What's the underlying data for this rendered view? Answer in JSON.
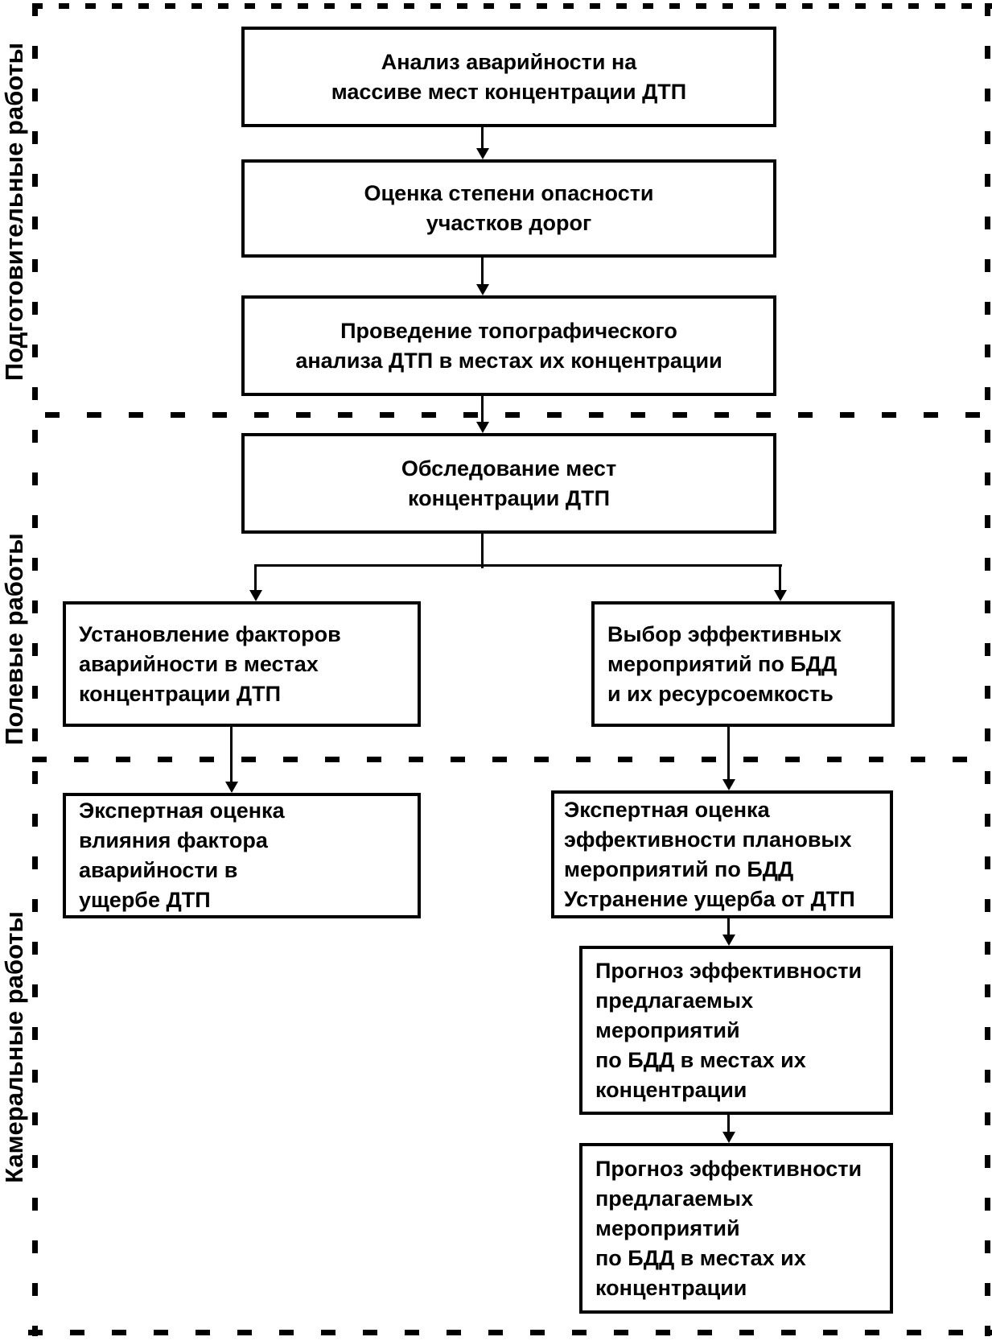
{
  "colors": {
    "line": "#000000",
    "background": "#ffffff"
  },
  "sections": [
    {
      "id": "preparatory-work",
      "label": "Подготовительные работы"
    },
    {
      "id": "field-work",
      "label": "Полевые работы"
    },
    {
      "id": "office-work",
      "label": "Камеральные работы"
    }
  ],
  "boxes": [
    {
      "id": "accident-analysis",
      "text": "Анализ аварийности на\nмассиве мест концентрации ДТП"
    },
    {
      "id": "danger-assessment",
      "text": "Оценка степени опасности\nучастков дорог"
    },
    {
      "id": "topographic-analysis",
      "text": "Проведение топографического\nанализа ДТП в местах их концентрации"
    },
    {
      "id": "site-inspection",
      "text": "Обследование мест\nконцентрации ДТП"
    },
    {
      "id": "accident-factors",
      "text": "Установление факторов\nаварийности в местах\nконцентрации ДТП"
    },
    {
      "id": "measures-selection",
      "text": "Выбор эффективных\nмероприятий по БДД\nи их ресурсоемкость"
    },
    {
      "id": "expert-factor-assessment",
      "text": "Экспертная оценка\nвлияния фактора\nаварийности в\nущербе ДТП"
    },
    {
      "id": "expert-effectiveness-assessment",
      "text": "Экспертная оценка\nэффективности плановых\nмероприятий по БДД\nУстранение ущерба от ДТП"
    },
    {
      "id": "effectiveness-forecast-1",
      "text": "Прогноз эффективности\nпредлагаемых\nмероприятий\nпо БДД в местах их\nконцентрации"
    },
    {
      "id": "effectiveness-forecast-2",
      "text": "Прогноз эффективности\nпредлагаемых\nмероприятий\nпо БДД в местах их\nконцентрации"
    }
  ]
}
